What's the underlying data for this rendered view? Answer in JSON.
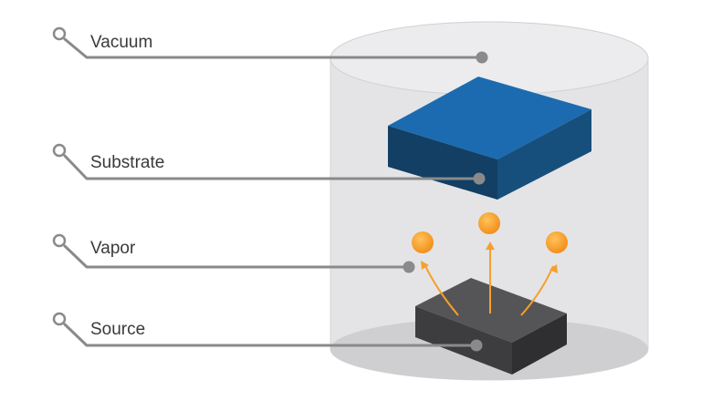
{
  "labels": {
    "vacuum": "Vacuum",
    "substrate": "Substrate",
    "vapor": "Vapor",
    "source": "Source"
  },
  "colors": {
    "chamber_fill": "#e4e4e6",
    "chamber_top": "#ececee",
    "chamber_floor": "#cfcfd2",
    "substrate_top": "#1c6bb0",
    "substrate_front": "#123f63",
    "substrate_side": "#164f7c",
    "source_top": "#555557",
    "source_front": "#3d3d3f",
    "source_side": "#2f2f31",
    "vapor": "#f5a02c",
    "leader": "#8a8a8a",
    "dot": "#8a8a8a"
  },
  "icons": [
    "key-icon",
    "key-icon",
    "key-icon",
    "key-icon"
  ]
}
